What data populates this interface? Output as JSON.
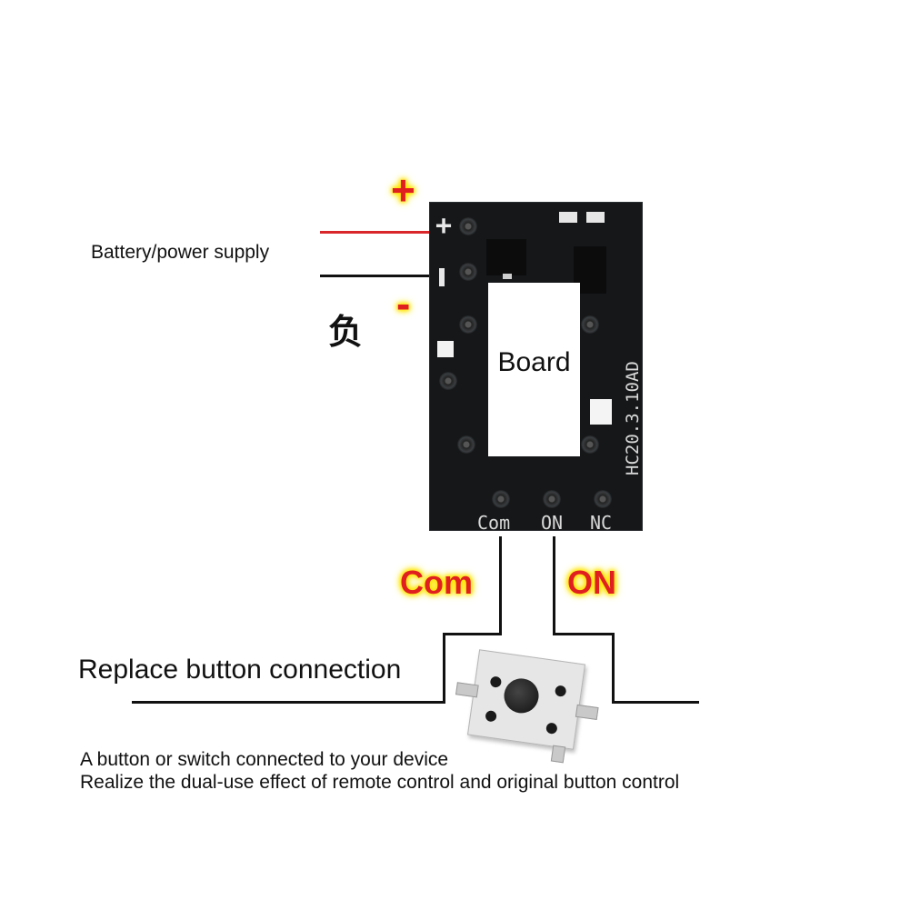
{
  "power": {
    "plus_sign": "+",
    "minus_sign": "-",
    "label": "Battery/power supply",
    "negative_chinese": "负"
  },
  "board": {
    "label": "Board",
    "pin_labels": [
      "Com",
      "ON",
      "NC"
    ],
    "silk_code": "HC20.3.10AD",
    "silk_plus": "+"
  },
  "wires": {
    "com_label": "Com",
    "on_label": "ON"
  },
  "button_section": {
    "title": "Replace button connection",
    "note_line1": "A button or switch connected to your device",
    "note_line2": "Realize the dual-use effect of remote control and original button control"
  },
  "colors": {
    "positive_wire": "#d9262b",
    "negative_wire": "#111111",
    "highlight_text": "#e02020",
    "highlight_glow": "#ffe600"
  }
}
